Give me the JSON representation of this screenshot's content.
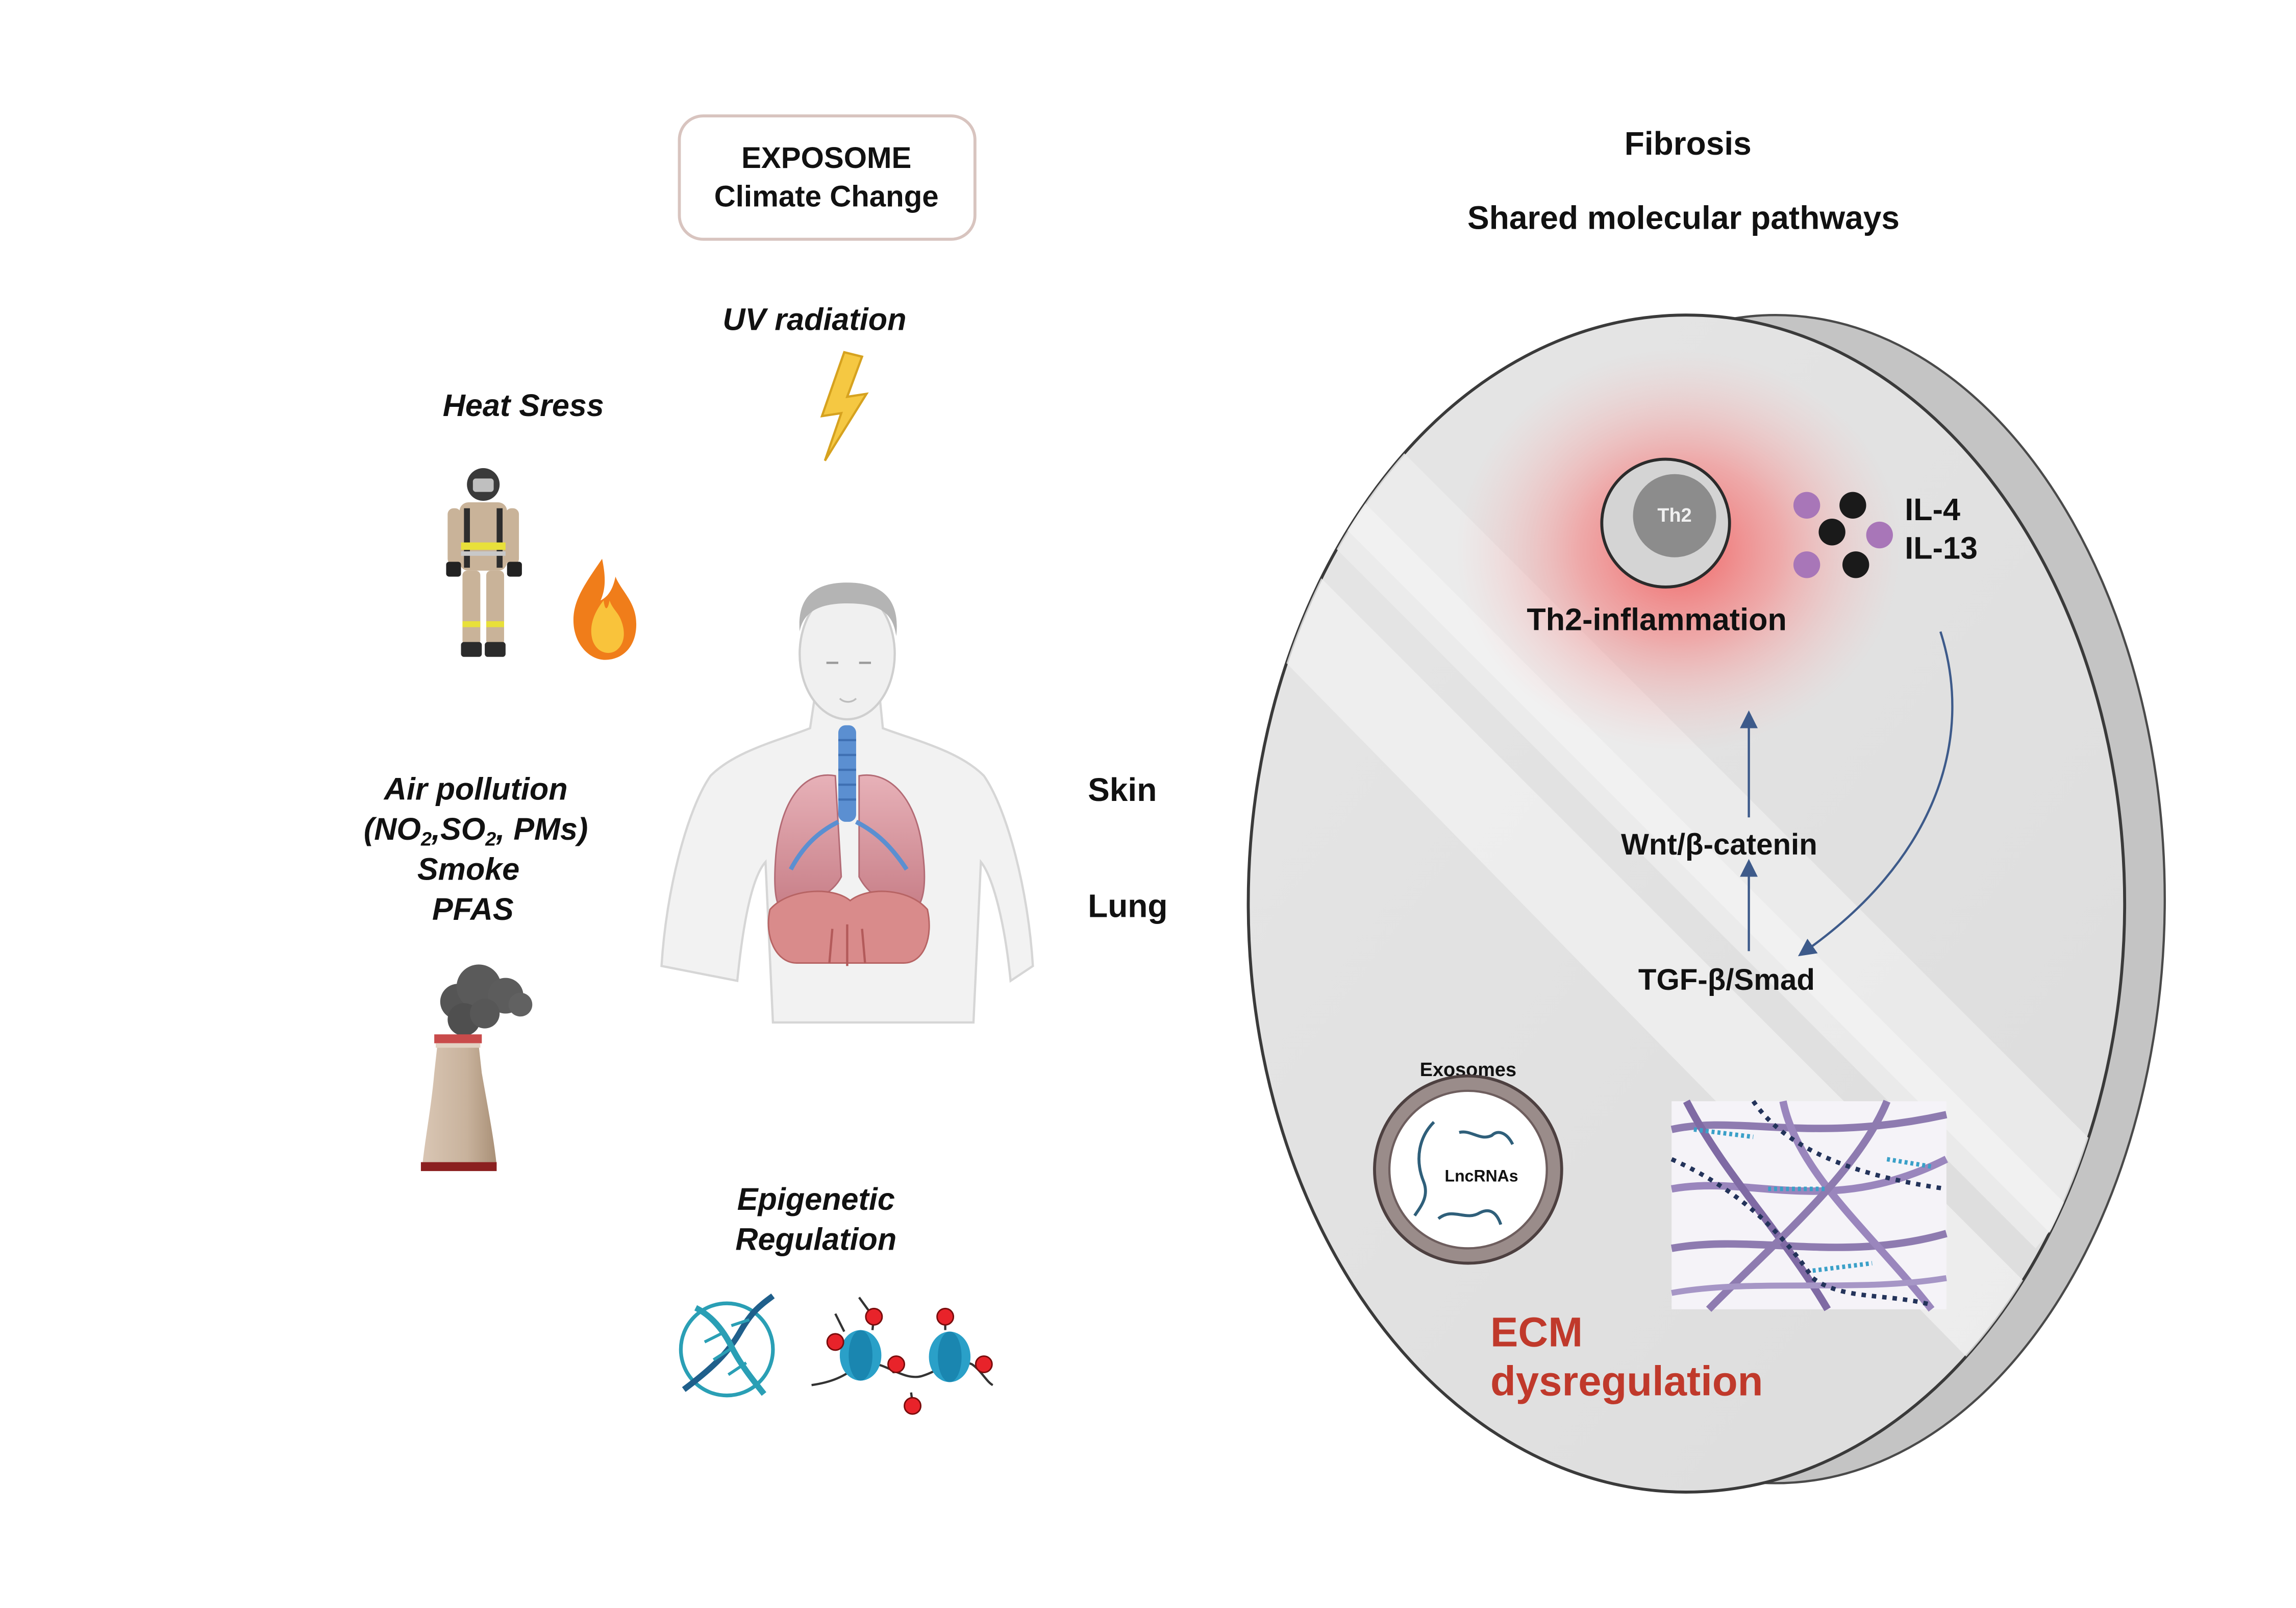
{
  "exposome_box": {
    "line1": "EXPOSOME",
    "line2": "Climate Change"
  },
  "exposures": {
    "uv": "UV radiation",
    "heat": "Heat Sress",
    "air_pollution": {
      "line1": "Air  pollution",
      "line2_parts": [
        "(NO",
        "2",
        ",SO",
        "2",
        ", PMs)"
      ],
      "line3": "Smoke",
      "line4": "PFAS"
    },
    "epigenetic": {
      "line1": "Epigenetic",
      "line2": "Regulation"
    }
  },
  "organs": {
    "skin": "Skin",
    "lung": "Lung"
  },
  "fibrosis": {
    "title": "Fibrosis",
    "subtitle": "Shared molecular pathways",
    "th2_cell": "Th2",
    "th2_inflammation": "Th2-inflammation",
    "cytokines": [
      "IL-4",
      "IL-13"
    ],
    "pathways": [
      "Wnt/β-catenin",
      "TGF-β/Smad"
    ],
    "exosomes": "Exosomes",
    "lncrnas": "LncRNAs",
    "ecm": {
      "line1": "ECM",
      "line2": "dysregulation"
    }
  },
  "colors": {
    "ecm_red": "#c0392b",
    "arrow_blue": "#3d5a8a",
    "inflammation_glow": "#f26b6b",
    "lightning": "#f5c842"
  }
}
